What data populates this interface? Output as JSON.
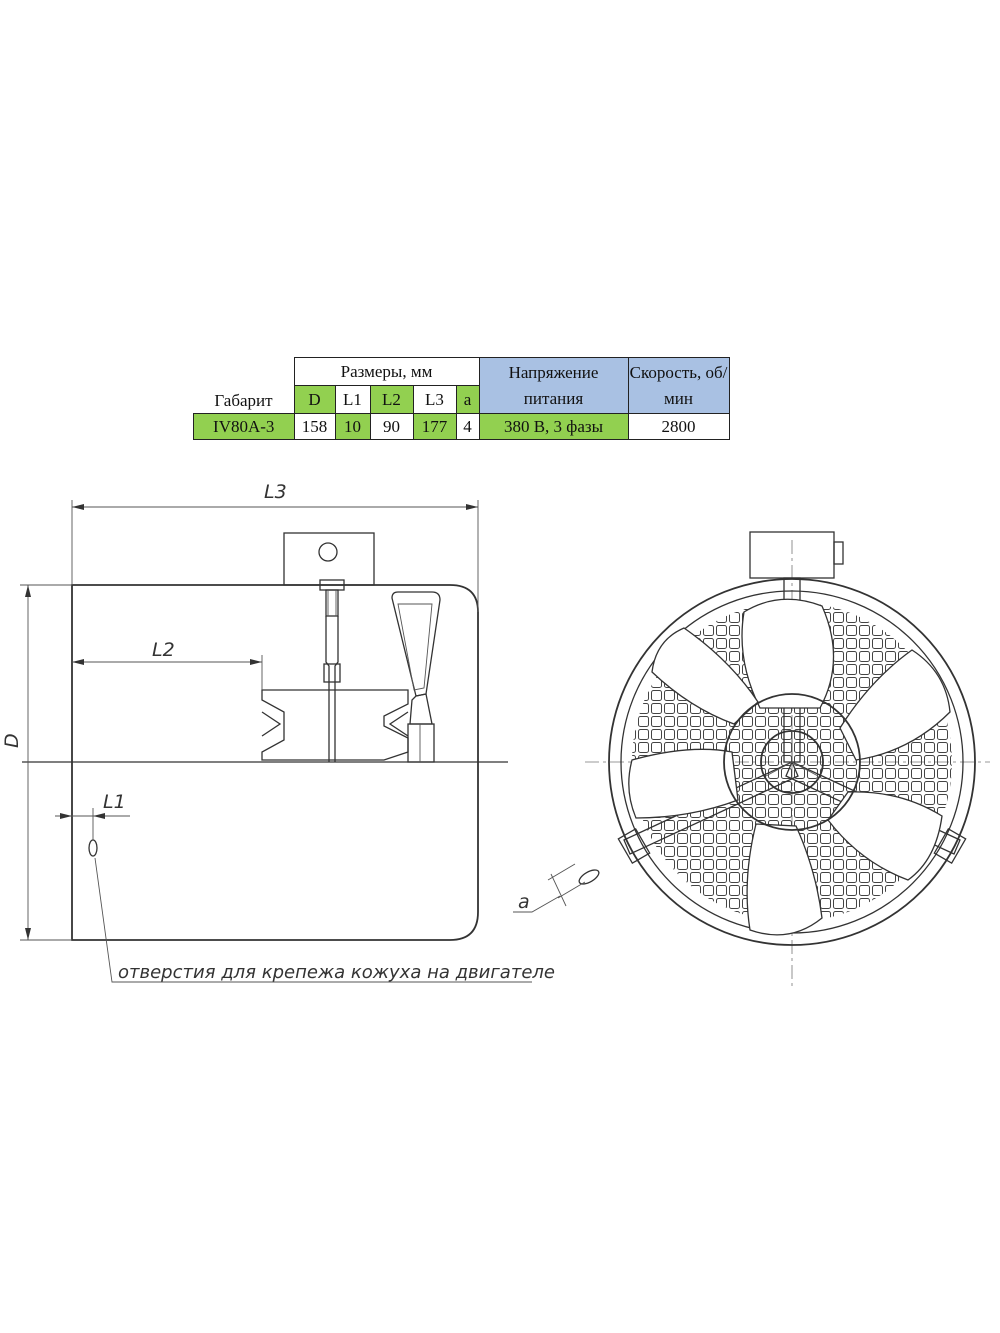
{
  "table": {
    "header_gabarit": "Габарит",
    "header_razmery": "Размеры, мм",
    "header_napryazhenie": "Напряжение питания",
    "header_skorost": "Скорость, об/мин",
    "dim_headers": [
      "D",
      "L1",
      "L2",
      "L3",
      "a"
    ],
    "row": {
      "gabarit": "IV80A-3",
      "values": [
        "158",
        "10",
        "90",
        "177",
        "4"
      ],
      "napryazhenie": "380 В, 3 фазы",
      "skorost": "2800"
    }
  },
  "drawing": {
    "dim_L3": "L3",
    "dim_L2": "L2",
    "dim_L1": "L1",
    "dim_D": "D",
    "dim_a": "a",
    "note": "отверстия для крепежа кожуха на двигателе"
  },
  "colors": {
    "green_cell": "#92d050",
    "blue_cell": "#a9c1e3"
  }
}
